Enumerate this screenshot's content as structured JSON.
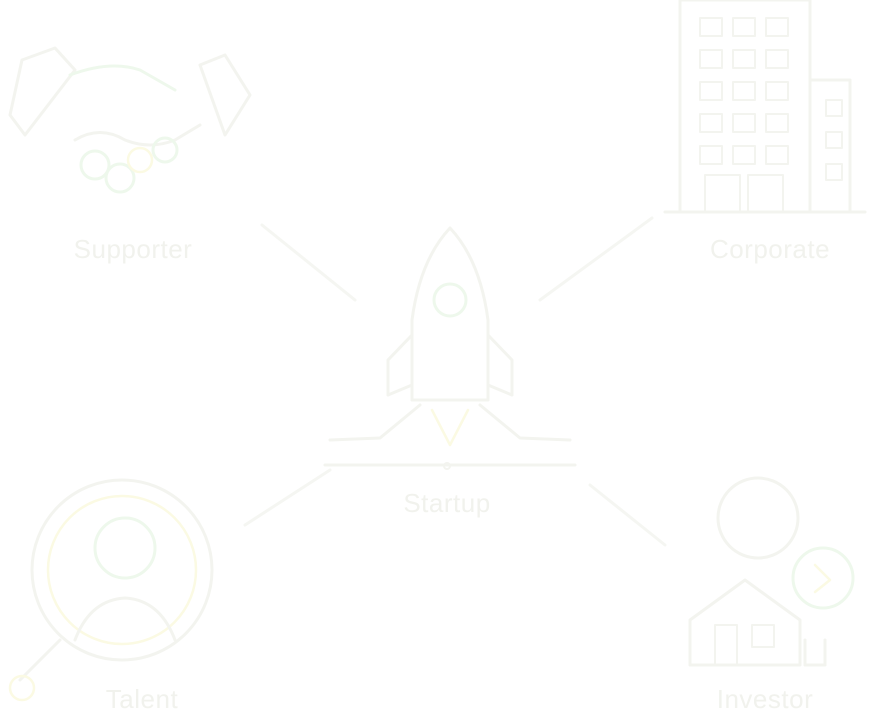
{
  "diagram": {
    "center": {
      "label": "Startup",
      "icon": "rocket-icon"
    },
    "nodes": [
      {
        "id": "supporter",
        "label": "Supporter",
        "icon": "handshake-icon"
      },
      {
        "id": "corporate",
        "label": "Corporate",
        "icon": "office-building-icon"
      },
      {
        "id": "talent",
        "label": "Talent",
        "icon": "magnifier-person-icon"
      },
      {
        "id": "investor",
        "label": "Investor",
        "icon": "investor-house-icon"
      }
    ],
    "colors": {
      "background": "#ffffff",
      "line": "#f3f4ef",
      "accent_green": "#eef8ec",
      "accent_yellow": "#fbfae3"
    }
  }
}
